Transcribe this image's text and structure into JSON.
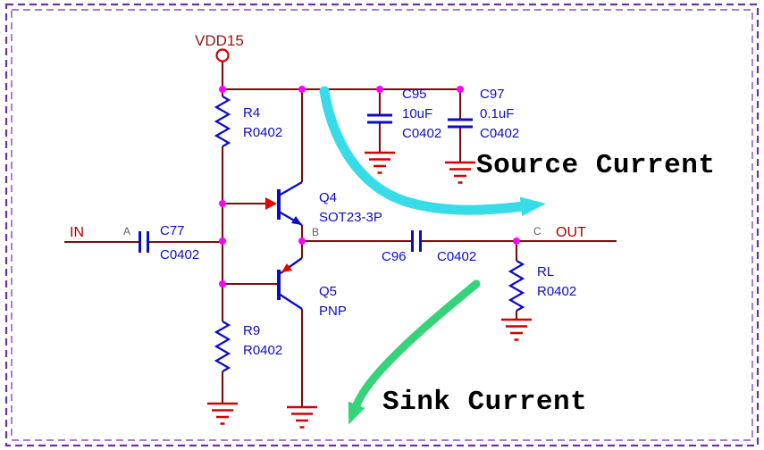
{
  "colors": {
    "border_purple": "#7030a0",
    "wire_maroon": "#7d0c0c",
    "component_blue": "#0c0cc8",
    "junction_magenta": "#ff00ff",
    "power_ground_red": "#d40000",
    "transistor_arrow_red": "#e80000",
    "net_label_red": "#aa0000",
    "node_label_gray": "#606060",
    "source_arrow_cyan": "#38dce8",
    "sink_arrow_green": "#37d37a",
    "annotation_black": "#000000"
  },
  "power": {
    "vdd_label": "VDD15"
  },
  "nets": {
    "in": "IN",
    "out": "OUT",
    "node_a": "A",
    "node_b": "B",
    "node_c": "C"
  },
  "components": {
    "r4": {
      "ref": "R4",
      "footprint": "R0402"
    },
    "r9": {
      "ref": "R9",
      "footprint": "R0402"
    },
    "rl": {
      "ref": "RL",
      "footprint": "R0402"
    },
    "c77": {
      "ref": "C77",
      "footprint": "C0402"
    },
    "c95": {
      "ref": "C95",
      "value": "10uF",
      "footprint": "C0402"
    },
    "c96": {
      "ref": "C96",
      "footprint": "C0402"
    },
    "c97": {
      "ref": "C97",
      "value": "0.1uF",
      "footprint": "C0402"
    },
    "q4": {
      "ref": "Q4",
      "value": "SOT23-3P"
    },
    "q5": {
      "ref": "Q5",
      "value": "PNP"
    }
  },
  "annotations": {
    "source_current": "Source Current",
    "sink_current": "Sink Current"
  }
}
